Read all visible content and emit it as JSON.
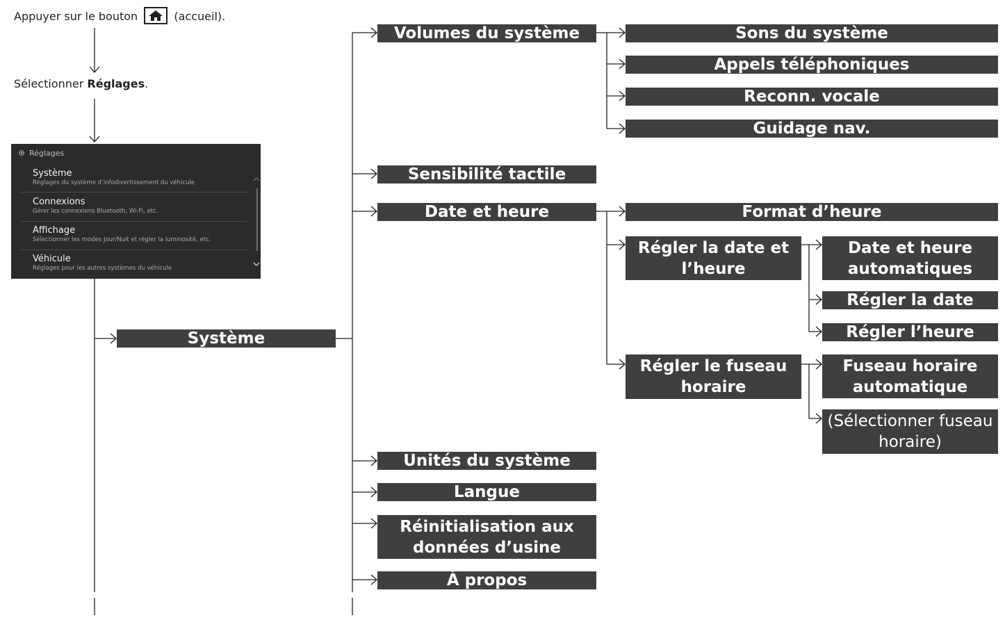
{
  "instructions": {
    "step1_before": "Appuyer sur le bouton",
    "step1_after": "(accueil).",
    "step1_icon": "home-icon",
    "step2_before": "Sélectionner ",
    "step2_bold": "Réglages",
    "step2_after": "."
  },
  "screenshot": {
    "header": "Réglages",
    "header_icon": "gear-icon",
    "items": [
      {
        "title": "Système",
        "subtitle": "Réglages du système d’infodivertissement du véhicule"
      },
      {
        "title": "Connexions",
        "subtitle": "Gérer les connexions Bluetooth, Wi-Fi, etc."
      },
      {
        "title": "Affichage",
        "subtitle": "Sélectionner les modes Jour/Nuit et régler la luminosité, etc."
      },
      {
        "title": "Véhicule",
        "subtitle": "Réglages pour les autres systèmes du véhicule"
      }
    ],
    "scroll_icon": "chevron-down-icon"
  },
  "tree": {
    "root": "Système",
    "level1": [
      "Volumes du système",
      "Sensibilité tactile",
      "Date et heure",
      "Unités du système",
      "Langue",
      "Réinitialisation aux données d’usine",
      "À propos"
    ],
    "volumes_children": [
      "Sons du système",
      "Appels téléphoniques",
      "Reconn. vocale",
      "Guidage nav."
    ],
    "date_children": [
      "Format d’heure",
      "Régler la date et l’heure",
      "Régler le fuseau horaire"
    ],
    "set_date_children": [
      "Date et heure automatiques",
      "Régler la date",
      "Régler l’heure"
    ],
    "timezone_children": [
      "Fuseau horaire automatique",
      "(Sélectionner fuseau horaire)"
    ]
  },
  "colors": {
    "box": "#403f3f",
    "line": "#231f20",
    "screen": "#2b2b2d"
  }
}
